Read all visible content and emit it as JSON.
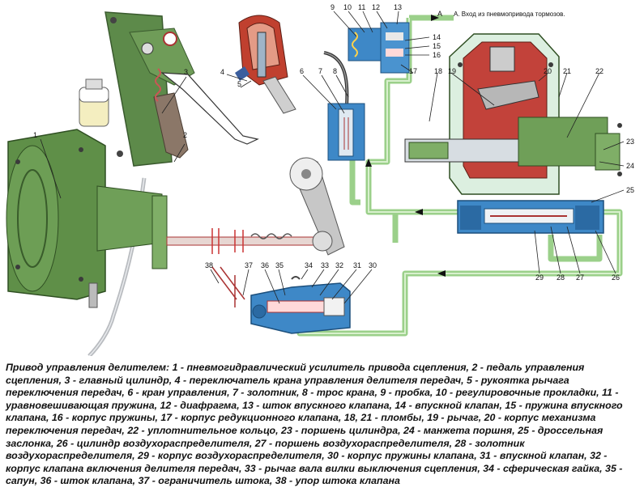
{
  "figure": {
    "inlet_note": "А. Вход из пневмопривода тормозов.",
    "letter_a": "А",
    "callouts": {
      "n1": "1",
      "n2": "2",
      "n3": "3",
      "n4": "4",
      "n5": "5",
      "n6": "6",
      "n7": "7",
      "n8": "8",
      "n9": "9",
      "n10": "10",
      "n11": "11",
      "n12": "12",
      "n13": "13",
      "n14": "14",
      "n15": "15",
      "n16": "16",
      "n17": "17",
      "n18": "18",
      "n19": "19",
      "n20": "20",
      "n21": "21",
      "n22": "22",
      "n23": "23",
      "n24": "24",
      "n25": "25",
      "n26": "26",
      "n27": "27",
      "n28": "28",
      "n29": "29",
      "n30": "30",
      "n31": "31",
      "n32": "32",
      "n33": "33",
      "n34": "34",
      "n35": "35",
      "n36": "36",
      "n37": "37",
      "n38": "38"
    }
  },
  "caption": {
    "title": "Привод управления делителем:",
    "body": " 1 - пневмогидравлический усилитель привода сцепления, 2 - педаль управления сцепления, 3 - главный цилиндр, 4 - переключатель крана управления делителя передач, 5 - рукоятка рычага переключения передач, 6 - кран управления, 7 - золотник, 8 - трос крана, 9 - пробка, 10 - регулировочные прокладки, 11 - уравновешивающая пружина, 12 - диафрагма, 13 - шток впускного клапана, 14 - впускной клапан, 15 - пружина впускного клапана, 16 - корпус пружины, 17 - корпус редукционного клапана, 18, 21 - пломбы, 19 - рычаг, 20 - корпус механизма переключения передач, 22 - уплотнительное кольцо, 23 - поршень цилиндра, 24 - манжета поршня, 25 - дроссельная заслонка, 26 - цилиндр воздухораспределителя, 27 - поршень воздухораспределителя, 28 - золотник воздухораспределителя, 29 - корпус воздухораспределителя, 30 - корпус пружины клапана, 31 - впускной клапан, 32 - корпус клапана включения делителя передач, 33 - рычаг вала вилки выключения сцепления, 34 - сферическая гайка, 35 - сапун, 36 - шток клапана, 37 - ограничитель штока, 38 - упор штока клапана"
  }
}
